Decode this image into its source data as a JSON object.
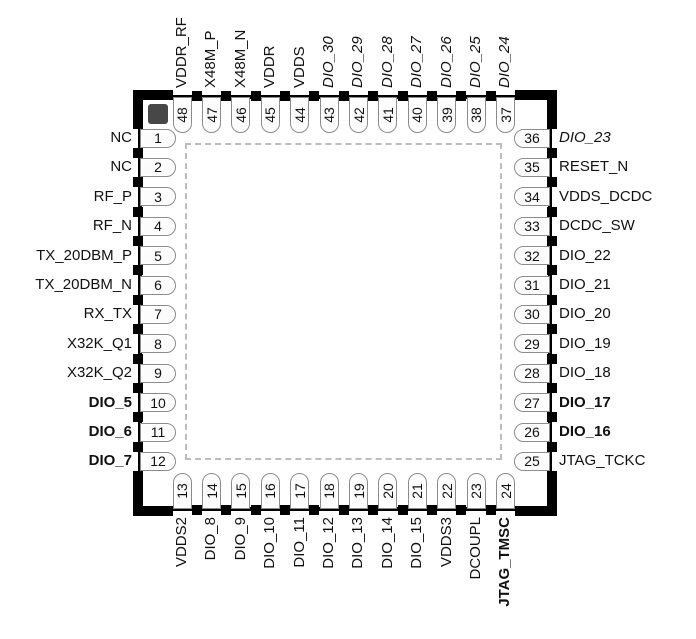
{
  "diagram": {
    "type": "ic-pinout",
    "package_pin_count": 48,
    "colors": {
      "body_border": "#000000",
      "pad_fill": "#fcfcfc",
      "pad_border": "#8b8b8b",
      "pin1_marker": "#474747",
      "dashed_outline": "#bcbcbc",
      "text": "#111111"
    },
    "pins": {
      "left": [
        {
          "num": 1,
          "name": "NC",
          "bold": false,
          "italic": false
        },
        {
          "num": 2,
          "name": "NC",
          "bold": false,
          "italic": false
        },
        {
          "num": 3,
          "name": "RF_P",
          "bold": false,
          "italic": false
        },
        {
          "num": 4,
          "name": "RF_N",
          "bold": false,
          "italic": false
        },
        {
          "num": 5,
          "name": "TX_20DBM_P",
          "bold": false,
          "italic": false
        },
        {
          "num": 6,
          "name": "TX_20DBM_N",
          "bold": false,
          "italic": false
        },
        {
          "num": 7,
          "name": "RX_TX",
          "bold": false,
          "italic": false
        },
        {
          "num": 8,
          "name": "X32K_Q1",
          "bold": false,
          "italic": false
        },
        {
          "num": 9,
          "name": "X32K_Q2",
          "bold": false,
          "italic": false
        },
        {
          "num": 10,
          "name": "DIO_5",
          "bold": true,
          "italic": false
        },
        {
          "num": 11,
          "name": "DIO_6",
          "bold": true,
          "italic": false
        },
        {
          "num": 12,
          "name": "DIO_7",
          "bold": true,
          "italic": false
        }
      ],
      "top": [
        {
          "num": 48,
          "name": "VDDR_RF",
          "bold": false,
          "italic": false
        },
        {
          "num": 47,
          "name": "X48M_P",
          "bold": false,
          "italic": false
        },
        {
          "num": 46,
          "name": "X48M_N",
          "bold": false,
          "italic": false
        },
        {
          "num": 45,
          "name": "VDDR",
          "bold": false,
          "italic": false
        },
        {
          "num": 44,
          "name": "VDDS",
          "bold": false,
          "italic": false
        },
        {
          "num": 43,
          "name": "DIO_30",
          "bold": false,
          "italic": true
        },
        {
          "num": 42,
          "name": "DIO_29",
          "bold": false,
          "italic": true
        },
        {
          "num": 41,
          "name": "DIO_28",
          "bold": false,
          "italic": true
        },
        {
          "num": 40,
          "name": "DIO_27",
          "bold": false,
          "italic": true
        },
        {
          "num": 39,
          "name": "DIO_26",
          "bold": false,
          "italic": true
        },
        {
          "num": 38,
          "name": "DIO_25",
          "bold": false,
          "italic": true
        },
        {
          "num": 37,
          "name": "DIO_24",
          "bold": false,
          "italic": true
        }
      ],
      "right": [
        {
          "num": 36,
          "name": "DIO_23",
          "bold": false,
          "italic": true
        },
        {
          "num": 35,
          "name": "RESET_N",
          "bold": false,
          "italic": false
        },
        {
          "num": 34,
          "name": "VDDS_DCDC",
          "bold": false,
          "italic": false
        },
        {
          "num": 33,
          "name": "DCDC_SW",
          "bold": false,
          "italic": false
        },
        {
          "num": 32,
          "name": "DIO_22",
          "bold": false,
          "italic": false
        },
        {
          "num": 31,
          "name": "DIO_21",
          "bold": false,
          "italic": false
        },
        {
          "num": 30,
          "name": "DIO_20",
          "bold": false,
          "italic": false
        },
        {
          "num": 29,
          "name": "DIO_19",
          "bold": false,
          "italic": false
        },
        {
          "num": 28,
          "name": "DIO_18",
          "bold": false,
          "italic": false
        },
        {
          "num": 27,
          "name": "DIO_17",
          "bold": true,
          "italic": false
        },
        {
          "num": 26,
          "name": "DIO_16",
          "bold": true,
          "italic": false
        },
        {
          "num": 25,
          "name": "JTAG_TCKC",
          "bold": false,
          "italic": false
        }
      ],
      "bottom": [
        {
          "num": 13,
          "name": "VDDS2",
          "bold": false,
          "italic": false
        },
        {
          "num": 14,
          "name": "DIO_8",
          "bold": false,
          "italic": false
        },
        {
          "num": 15,
          "name": "DIO_9",
          "bold": false,
          "italic": false
        },
        {
          "num": 16,
          "name": "DIO_10",
          "bold": false,
          "italic": false
        },
        {
          "num": 17,
          "name": "DIO_11",
          "bold": false,
          "italic": false
        },
        {
          "num": 18,
          "name": "DIO_12",
          "bold": false,
          "italic": false
        },
        {
          "num": 19,
          "name": "DIO_13",
          "bold": false,
          "italic": false
        },
        {
          "num": 20,
          "name": "DIO_14",
          "bold": false,
          "italic": false
        },
        {
          "num": 21,
          "name": "DIO_15",
          "bold": false,
          "italic": false
        },
        {
          "num": 22,
          "name": "VDDS3",
          "bold": false,
          "italic": false
        },
        {
          "num": 23,
          "name": "DCOUPL",
          "bold": false,
          "italic": false
        },
        {
          "num": 24,
          "name": "JTAG_TMSC",
          "bold": true,
          "italic": false
        }
      ]
    }
  }
}
